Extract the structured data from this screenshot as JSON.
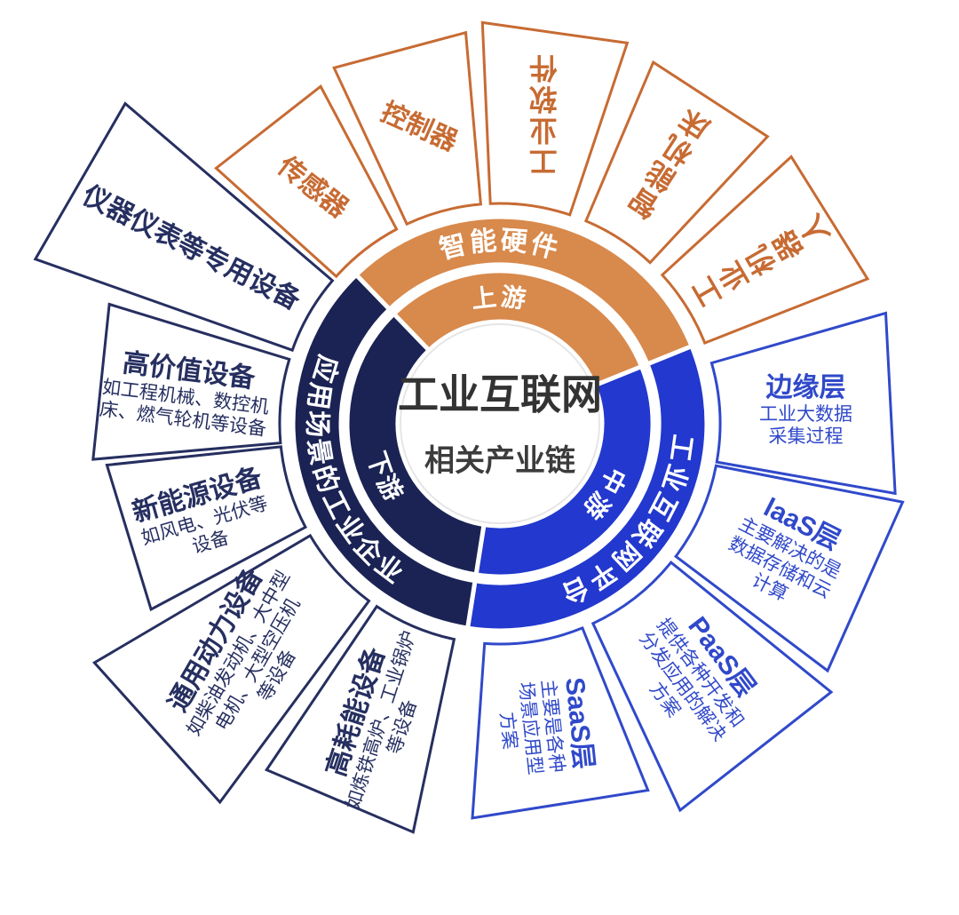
{
  "center": {
    "line1": "工业互联网",
    "line2": "相关产业链"
  },
  "colors": {
    "orange_fill": "#D8894C",
    "orange_stroke": "#C76B33",
    "blue_fill": "#2238CE",
    "blue_stroke": "#3049CA",
    "navy_fill": "#1A2353",
    "navy_stroke": "#262F60",
    "label_white": "#FFFFFF",
    "title_dark": "#333333"
  },
  "rings": {
    "inner": {
      "r1": 115,
      "r2": 172,
      "labelR": 133,
      "labelSize": 28,
      "segments": [
        {
          "id": "upstream",
          "label": "上游",
          "group": "orange",
          "start": -44,
          "end": 68,
          "labelAngle": 0,
          "dir": "cw",
          "arcSpan": 90
        },
        {
          "id": "midstream",
          "label": "中游",
          "group": "blue",
          "start": 68,
          "end": 189,
          "labelAngle": 124,
          "dir": "cw",
          "arcSpan": 80
        },
        {
          "id": "downstream",
          "label": "下游",
          "group": "navy",
          "start": 189,
          "end": 316,
          "labelAngle": 245,
          "dir": "ccw",
          "arcSpan": 90,
          "labelR": 153
        }
      ]
    },
    "middle": {
      "r1": 179,
      "r2": 233,
      "labelR": 196,
      "labelSize": 30,
      "segments": [
        {
          "id": "smart-hardware",
          "label": "智能硬件",
          "group": "orange",
          "start": -44,
          "end": 68,
          "labelAngle": 0,
          "dir": "cw",
          "arcSpan": 140
        },
        {
          "id": "iiot-platform",
          "label": "工业互联网平台",
          "group": "blue",
          "start": 68,
          "end": 189,
          "labelAngle": 127,
          "dir": "cw",
          "arcSpan": 120
        },
        {
          "id": "scenario-enterprises",
          "label": "应用场景的工业企业",
          "group": "navy",
          "start": 189,
          "end": 316,
          "labelAngle": 252,
          "dir": "ccw",
          "arcSpan": 126,
          "labelR": 216
        }
      ]
    }
  },
  "petals": {
    "innerR": 248,
    "items": [
      {
        "id": "sensor",
        "group": "orange",
        "title": "传感器",
        "desc": [],
        "angle": -38,
        "span": 20,
        "outerR": 430,
        "textR": 340,
        "textRot": 38,
        "layout": "block"
      },
      {
        "id": "controller",
        "group": "orange",
        "title": "控制器",
        "desc": [],
        "angle": -15,
        "span": 20,
        "outerR": 442,
        "textR": 348,
        "textRot": 24,
        "layout": "block"
      },
      {
        "id": "industrial-software",
        "group": "orange",
        "title": "工业软件",
        "desc": [],
        "angle": 8,
        "span": 21,
        "outerR": 452,
        "textR": 350,
        "textRot": 180,
        "layout": "column"
      },
      {
        "id": "smart-machine-tool",
        "group": "orange",
        "title": "智能机床",
        "desc": [],
        "angle": 33,
        "span": 20,
        "outerR": 442,
        "textR": 348,
        "textRot": 213,
        "layout": "column"
      },
      {
        "id": "industrial-robot",
        "group": "orange",
        "title": "工业机器人",
        "desc": [],
        "angle": 58,
        "span": 21,
        "outerR": 445,
        "textR": 345,
        "textRot": 240,
        "layout": "column"
      },
      {
        "id": "edge-layer",
        "group": "blue",
        "title": "边缘层",
        "desc": [
          "工业大数据",
          "采集过程"
        ],
        "angle": 87,
        "span": 26,
        "outerR": 452,
        "textR": 345,
        "textRot": 0,
        "layout": "block"
      },
      {
        "id": "iaas-layer",
        "group": "blue",
        "title": "laaS层",
        "desc": [
          "主要解决的是",
          "数据存储和云",
          "计算"
        ],
        "angle": 114,
        "span": 26,
        "outerR": 462,
        "textR": 355,
        "textRot": 27,
        "layout": "block"
      },
      {
        "id": "paas-layer",
        "group": "blue",
        "title": "PaaS层",
        "desc": [
          "提供各种开发和",
          "分发应用的解决",
          "方案"
        ],
        "angle": 142,
        "span": 26,
        "outerR": 480,
        "textR": 360,
        "textRot": 53,
        "layout": "block"
      },
      {
        "id": "saas-layer",
        "group": "blue",
        "title": "SaaS层",
        "desc": [
          "主要是各种",
          "场景应用型",
          "方案"
        ],
        "angle": 171,
        "span": 26,
        "outerR": 445,
        "textR": 345,
        "textRot": 84,
        "layout": "block"
      },
      {
        "id": "high-energy-equipment",
        "group": "navy",
        "title": "高耗能设备",
        "desc": [
          "如炼铁高炉、工业锅炉",
          "等设备"
        ],
        "angle": 203,
        "span": 22,
        "outerR": 470,
        "textR": 360,
        "textRot": -72,
        "layout": "block"
      },
      {
        "id": "general-power-equipment",
        "group": "navy",
        "title": "通用动力设备",
        "desc": [
          "如柴油发动机、大中型",
          "电机、大型空压机",
          "等设备"
        ],
        "angle": 228,
        "span": 23,
        "outerR": 530,
        "textR": 390,
        "textRot": -60,
        "layout": "block"
      },
      {
        "id": "new-energy-equipment",
        "group": "navy",
        "title": "新能源设备",
        "desc": [
          "如风电、光伏等",
          "设备"
        ],
        "angle": 253,
        "span": 22,
        "outerR": 445,
        "textR": 350,
        "textRot": -16,
        "layout": "block"
      },
      {
        "id": "high-value-equipment",
        "group": "navy",
        "title": "高价值设备",
        "desc": [
          "如工程机械、数控机",
          "床、燃气轮机等设备"
        ],
        "angle": 276,
        "span": 22,
        "outerR": 460,
        "textR": 355,
        "textRot": 7,
        "layout": "block"
      },
      {
        "id": "instrument-equipment",
        "group": "navy",
        "title": "仪器仪表等专用设备",
        "desc": [],
        "angle": 300,
        "span": 21,
        "outerR": 555,
        "textR": 400,
        "textRot": 27,
        "layout": "block"
      }
    ]
  }
}
